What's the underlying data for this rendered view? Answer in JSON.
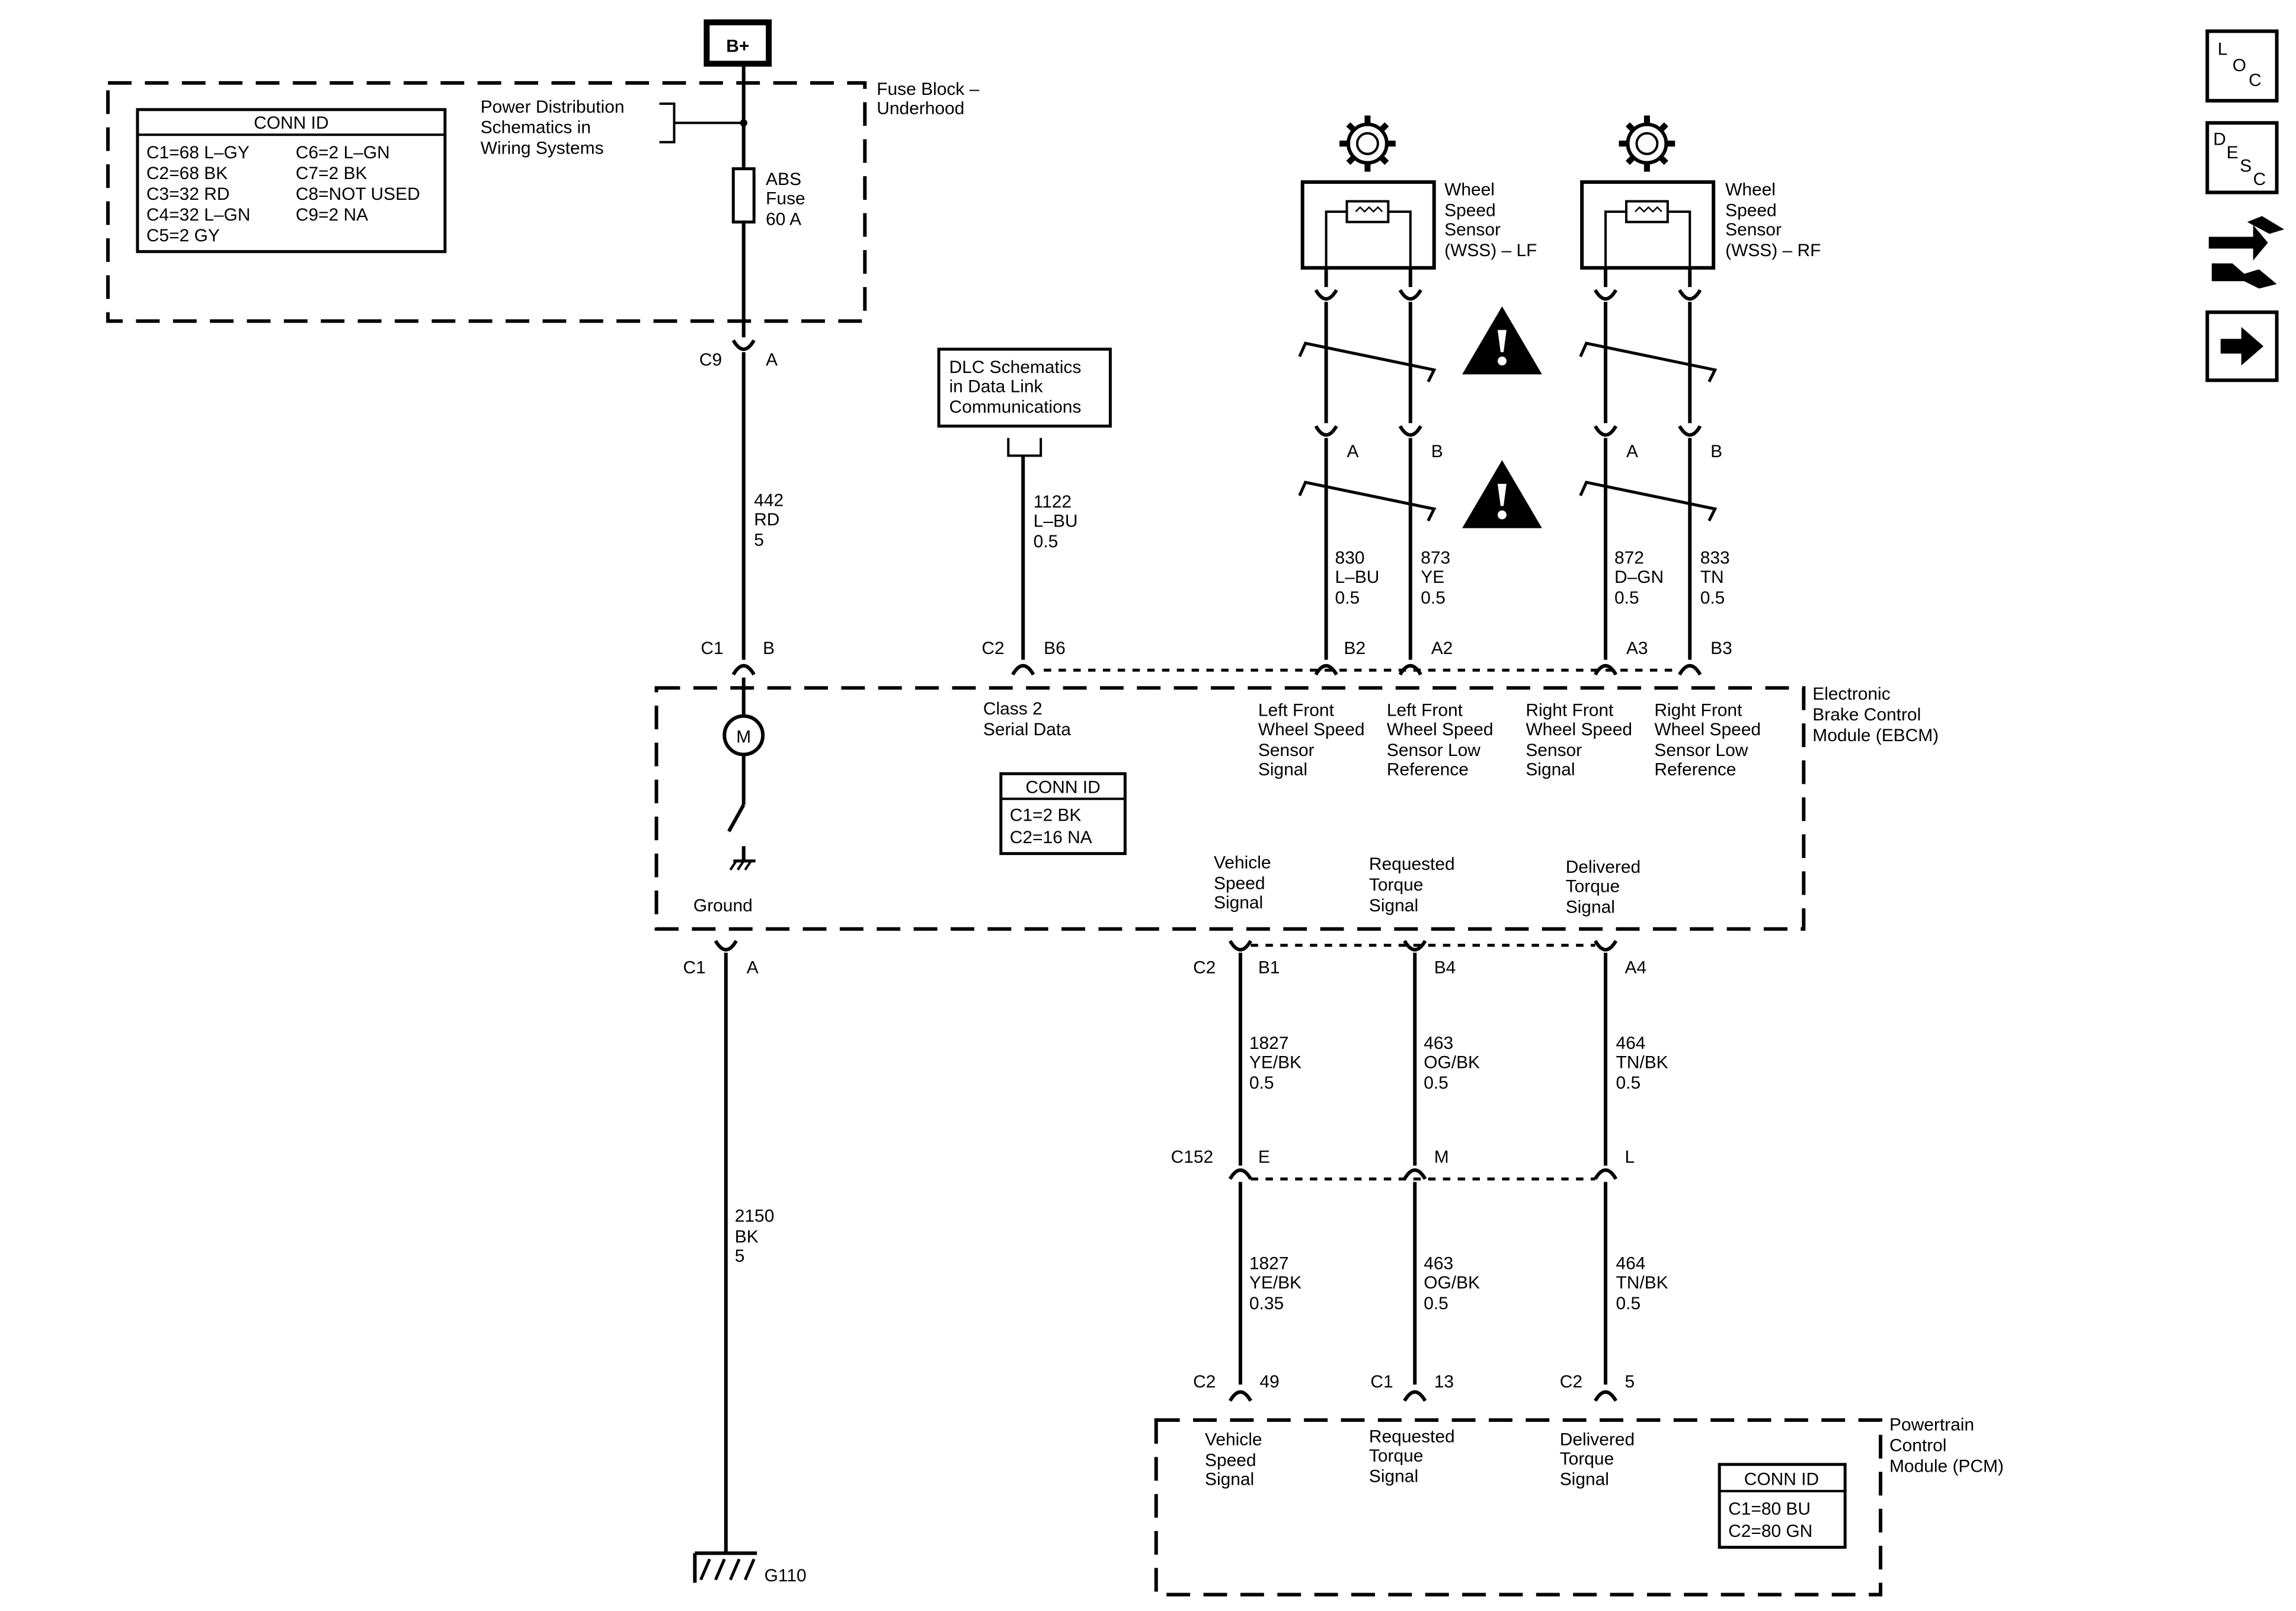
{
  "power": {
    "bplus": "B+"
  },
  "fuse_block": {
    "title_lines": [
      "Fuse Block –",
      "Underhood"
    ],
    "pds_lines": [
      "Power Distribution",
      "Schematics in",
      "Wiring Systems"
    ],
    "fuse_lines": [
      "ABS",
      "Fuse",
      "60 A"
    ],
    "conn_id": {
      "header": "CONN ID",
      "col1": [
        "C1=68 L–GY",
        "C2=68 BK",
        "C3=32 RD",
        "C4=32 L–GN",
        "C5=2 GY"
      ],
      "col2": [
        "C6=2 L–GN",
        "C7=2 BK",
        "C8=NOT USED",
        "C9=2 NA"
      ]
    }
  },
  "dlc": {
    "lines": [
      "DLC Schematics",
      "in Data Link",
      "Communications"
    ]
  },
  "wss_lf": {
    "lines": [
      "Wheel",
      "Speed",
      "Sensor",
      "(WSS) – LF"
    ]
  },
  "wss_rf": {
    "lines": [
      "Wheel",
      "Speed",
      "Sensor",
      "(WSS) – RF"
    ]
  },
  "ebcm": {
    "title_lines": [
      "Electronic",
      "Brake Control",
      "Module (EBCM)"
    ],
    "class2_lines": [
      "Class 2",
      "Serial Data"
    ],
    "ground": "Ground",
    "motor": "M",
    "conn_id": {
      "header": "CONN ID",
      "lines": [
        "C1=2 BK",
        "C2=16 NA"
      ]
    },
    "pin_labels": {
      "lf_signal": [
        "Left Front",
        "Wheel Speed",
        "Sensor",
        "Signal"
      ],
      "lf_low": [
        "Left Front",
        "Wheel Speed",
        "Sensor Low",
        "Reference"
      ],
      "rf_signal": [
        "Right Front",
        "Wheel Speed",
        "Sensor",
        "Signal"
      ],
      "rf_low": [
        "Right Front",
        "Wheel Speed",
        "Sensor Low",
        "Reference"
      ],
      "vss": [
        "Vehicle",
        "Speed",
        "Signal"
      ],
      "req": [
        "Requested",
        "Torque",
        "Signal"
      ],
      "del": [
        "Delivered",
        "Torque",
        "Signal"
      ]
    }
  },
  "pcm": {
    "title_lines": [
      "Powertrain",
      "Control",
      "Module (PCM)"
    ],
    "labels": {
      "vss": [
        "Vehicle",
        "Speed",
        "Signal"
      ],
      "req": [
        "Requested",
        "Torque",
        "Signal"
      ],
      "del": [
        "Delivered",
        "Torque",
        "Signal"
      ]
    },
    "conn_id": {
      "header": "CONN ID",
      "lines": [
        "C1=80 BU",
        "C2=80 GN"
      ]
    }
  },
  "wires": {
    "w442": [
      "442",
      "RD",
      "5"
    ],
    "w1122": [
      "1122",
      "L–BU",
      "0.5"
    ],
    "w830": [
      "830",
      "L–BU",
      "0.5"
    ],
    "w873": [
      "873",
      "YE",
      "0.5"
    ],
    "w872": [
      "872",
      "D–GN",
      "0.5"
    ],
    "w833": [
      "833",
      "TN",
      "0.5"
    ],
    "w2150": [
      "2150",
      "BK",
      "5"
    ],
    "w1827a": [
      "1827",
      "YE/BK",
      "0.5"
    ],
    "w463a": [
      "463",
      "OG/BK",
      "0.5"
    ],
    "w464a": [
      "464",
      "TN/BK",
      "0.5"
    ],
    "w1827b": [
      "1827",
      "YE/BK",
      "0.35"
    ],
    "w463b": [
      "463",
      "OG/BK",
      "0.5"
    ],
    "w464b": [
      "464",
      "TN/BK",
      "0.5"
    ]
  },
  "connectors": {
    "c9": "C9",
    "c9_pin": "A",
    "c1_top": "C1",
    "c1_top_pin": "B",
    "c2_top": "C2",
    "c2_pin_b6": "B6",
    "pin_b2": "B2",
    "pin_a2": "A2",
    "pin_a3": "A3",
    "pin_b3": "B3",
    "wss_lf_a": "A",
    "wss_lf_b": "B",
    "wss_rf_a": "A",
    "wss_rf_b": "B",
    "c1_gnd": "C1",
    "c1_gnd_pin": "A",
    "c2_mid": "C2",
    "pin_b1": "B1",
    "pin_b4": "B4",
    "pin_a4": "A4",
    "c152": "C152",
    "c152_e": "E",
    "c152_m": "M",
    "c152_l": "L",
    "pcm_c2_a": "C2",
    "pcm_49": "49",
    "pcm_c1": "C1",
    "pcm_13": "13",
    "pcm_c2_b": "C2",
    "pcm_5": "5"
  },
  "ground_point": "G110",
  "nav_icons": {
    "loc": {
      "l1": "L",
      "l2": "O",
      "l3": "C"
    },
    "desc": {
      "l1": "D",
      "l2": "E",
      "l3": "S",
      "l4": "C"
    },
    "names": [
      "loc-icon",
      "desc-icon",
      "harness-icon",
      "next-arrow-icon"
    ]
  }
}
